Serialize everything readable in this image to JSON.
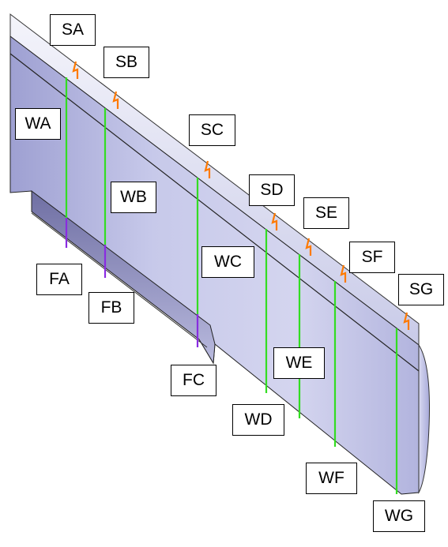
{
  "colors": {
    "wing_fill": "#c4c6e8",
    "wing_light": "#eeeef9",
    "wing_dark": "#8e90c6",
    "flap_fill": "#8f8fb8",
    "edge": "#1a1a1a",
    "strain_line": "#33dd22",
    "flap_line": "#8a2be2",
    "sensor": "#ff7a00"
  },
  "labels": {
    "SA": "SA",
    "SB": "SB",
    "SC": "SC",
    "SD": "SD",
    "SE": "SE",
    "SF": "SF",
    "SG": "SG",
    "WA": "WA",
    "WB": "WB",
    "WC": "WC",
    "WD": "WD",
    "WE": "WE",
    "WF": "WF",
    "WG": "WG",
    "FA": "FA",
    "FB": "FB",
    "FC": "FC"
  }
}
